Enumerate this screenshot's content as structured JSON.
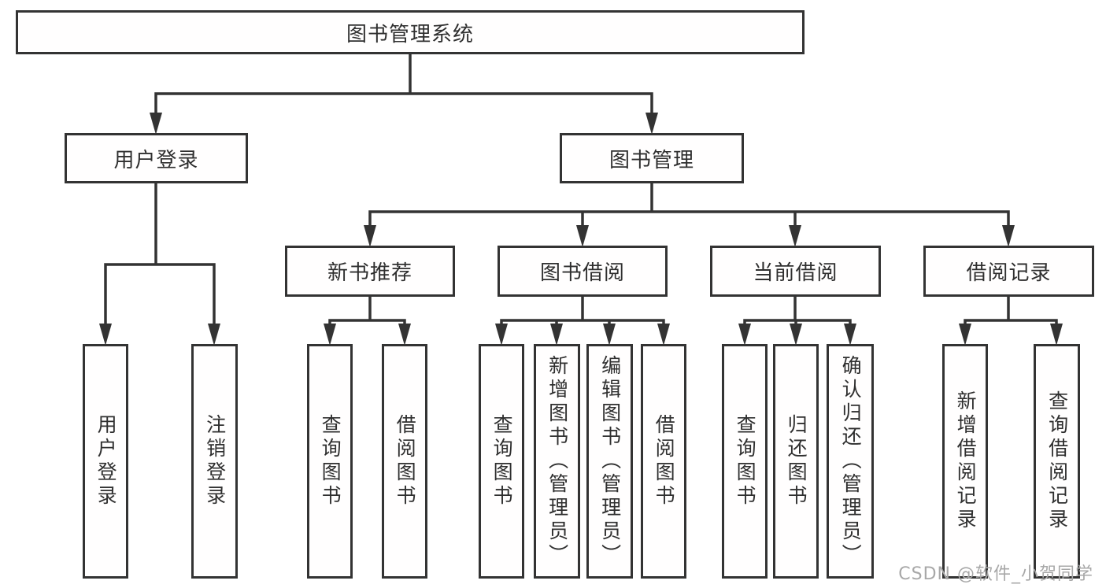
{
  "diagram": {
    "root": {
      "label": "图书管理系统"
    },
    "branches": {
      "user_login": {
        "label": "用户登录",
        "children": {
          "login": "用户登录",
          "logout": "注销登录"
        }
      },
      "book_management": {
        "label": "图书管理",
        "sections": {
          "new_book_rec": {
            "label": "新书推荐",
            "children": {
              "query_books": "查询图书",
              "borrow_books": "借阅图书"
            }
          },
          "book_borrowing": {
            "label": "图书借阅",
            "children": {
              "query_books": "查询图书",
              "add_books": "新增图书（管理员）",
              "edit_books": "编辑图书（管理员）",
              "borrow_books": "借阅图书"
            }
          },
          "current_borrowing": {
            "label": "当前借阅",
            "children": {
              "query_books": "查询图书",
              "return_books": "归还图书",
              "confirm_return": "确认归还（管理员）"
            }
          },
          "borrowing_records": {
            "label": "借阅记录",
            "children": {
              "add_record": "新增借阅记录",
              "query_record": "查询借阅记录"
            }
          }
        }
      }
    }
  },
  "watermark": {
    "text": "CSDN @软件_小贺同学"
  },
  "colors": {
    "line": "#333333",
    "text": "#2f2f2f",
    "background": "#ffffff",
    "watermark": "#a8a8a8"
  }
}
